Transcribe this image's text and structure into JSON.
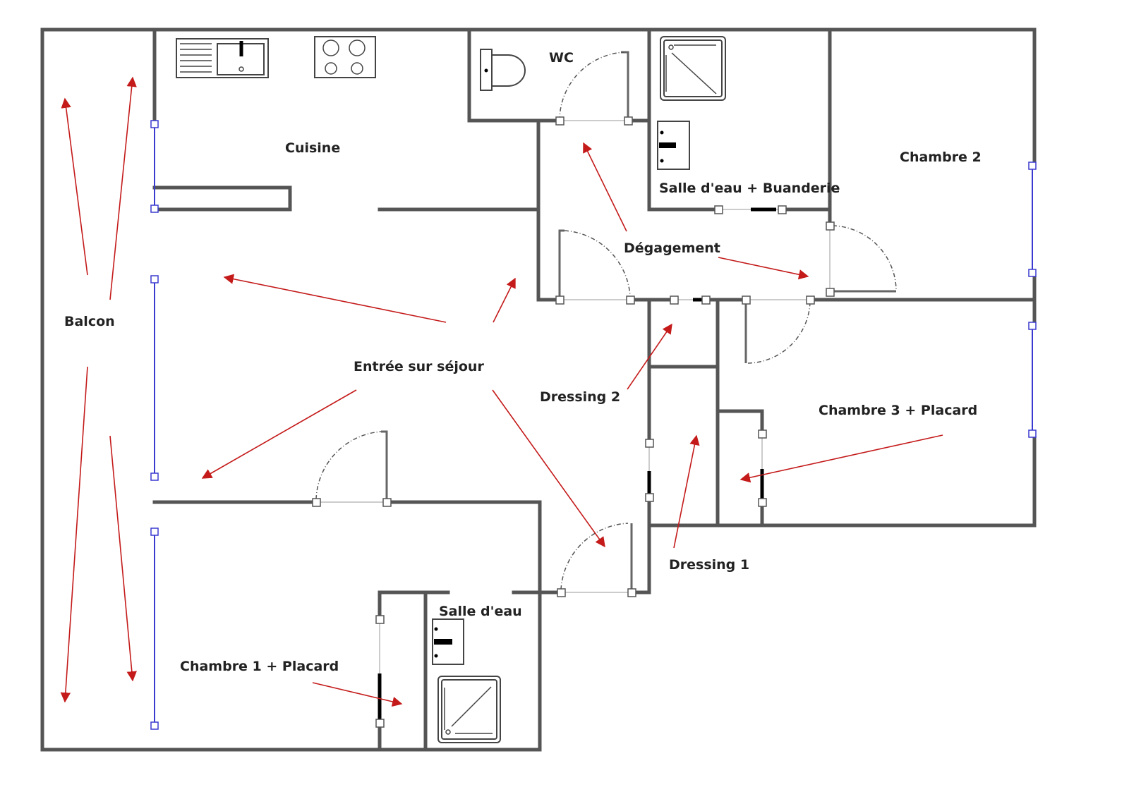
{
  "plan": {
    "rooms": {
      "balcon": "Balcon",
      "cuisine": "Cuisine",
      "wc": "WC",
      "salle_eau_buanderie": "Salle d'eau + Buanderie",
      "chambre2": "Chambre 2",
      "degagement": "Dégagement",
      "entree_sejour": "Entrée sur séjour",
      "dressing2": "Dressing 2",
      "chambre3": "Chambre 3 + Placard",
      "dressing1": "Dressing 1",
      "salle_eau": "Salle d'eau",
      "chambre1": "Chambre 1 + Placard"
    },
    "colors": {
      "wall": "#555555",
      "arrow": "#c41a1a",
      "window": "#3a3ad0"
    }
  }
}
